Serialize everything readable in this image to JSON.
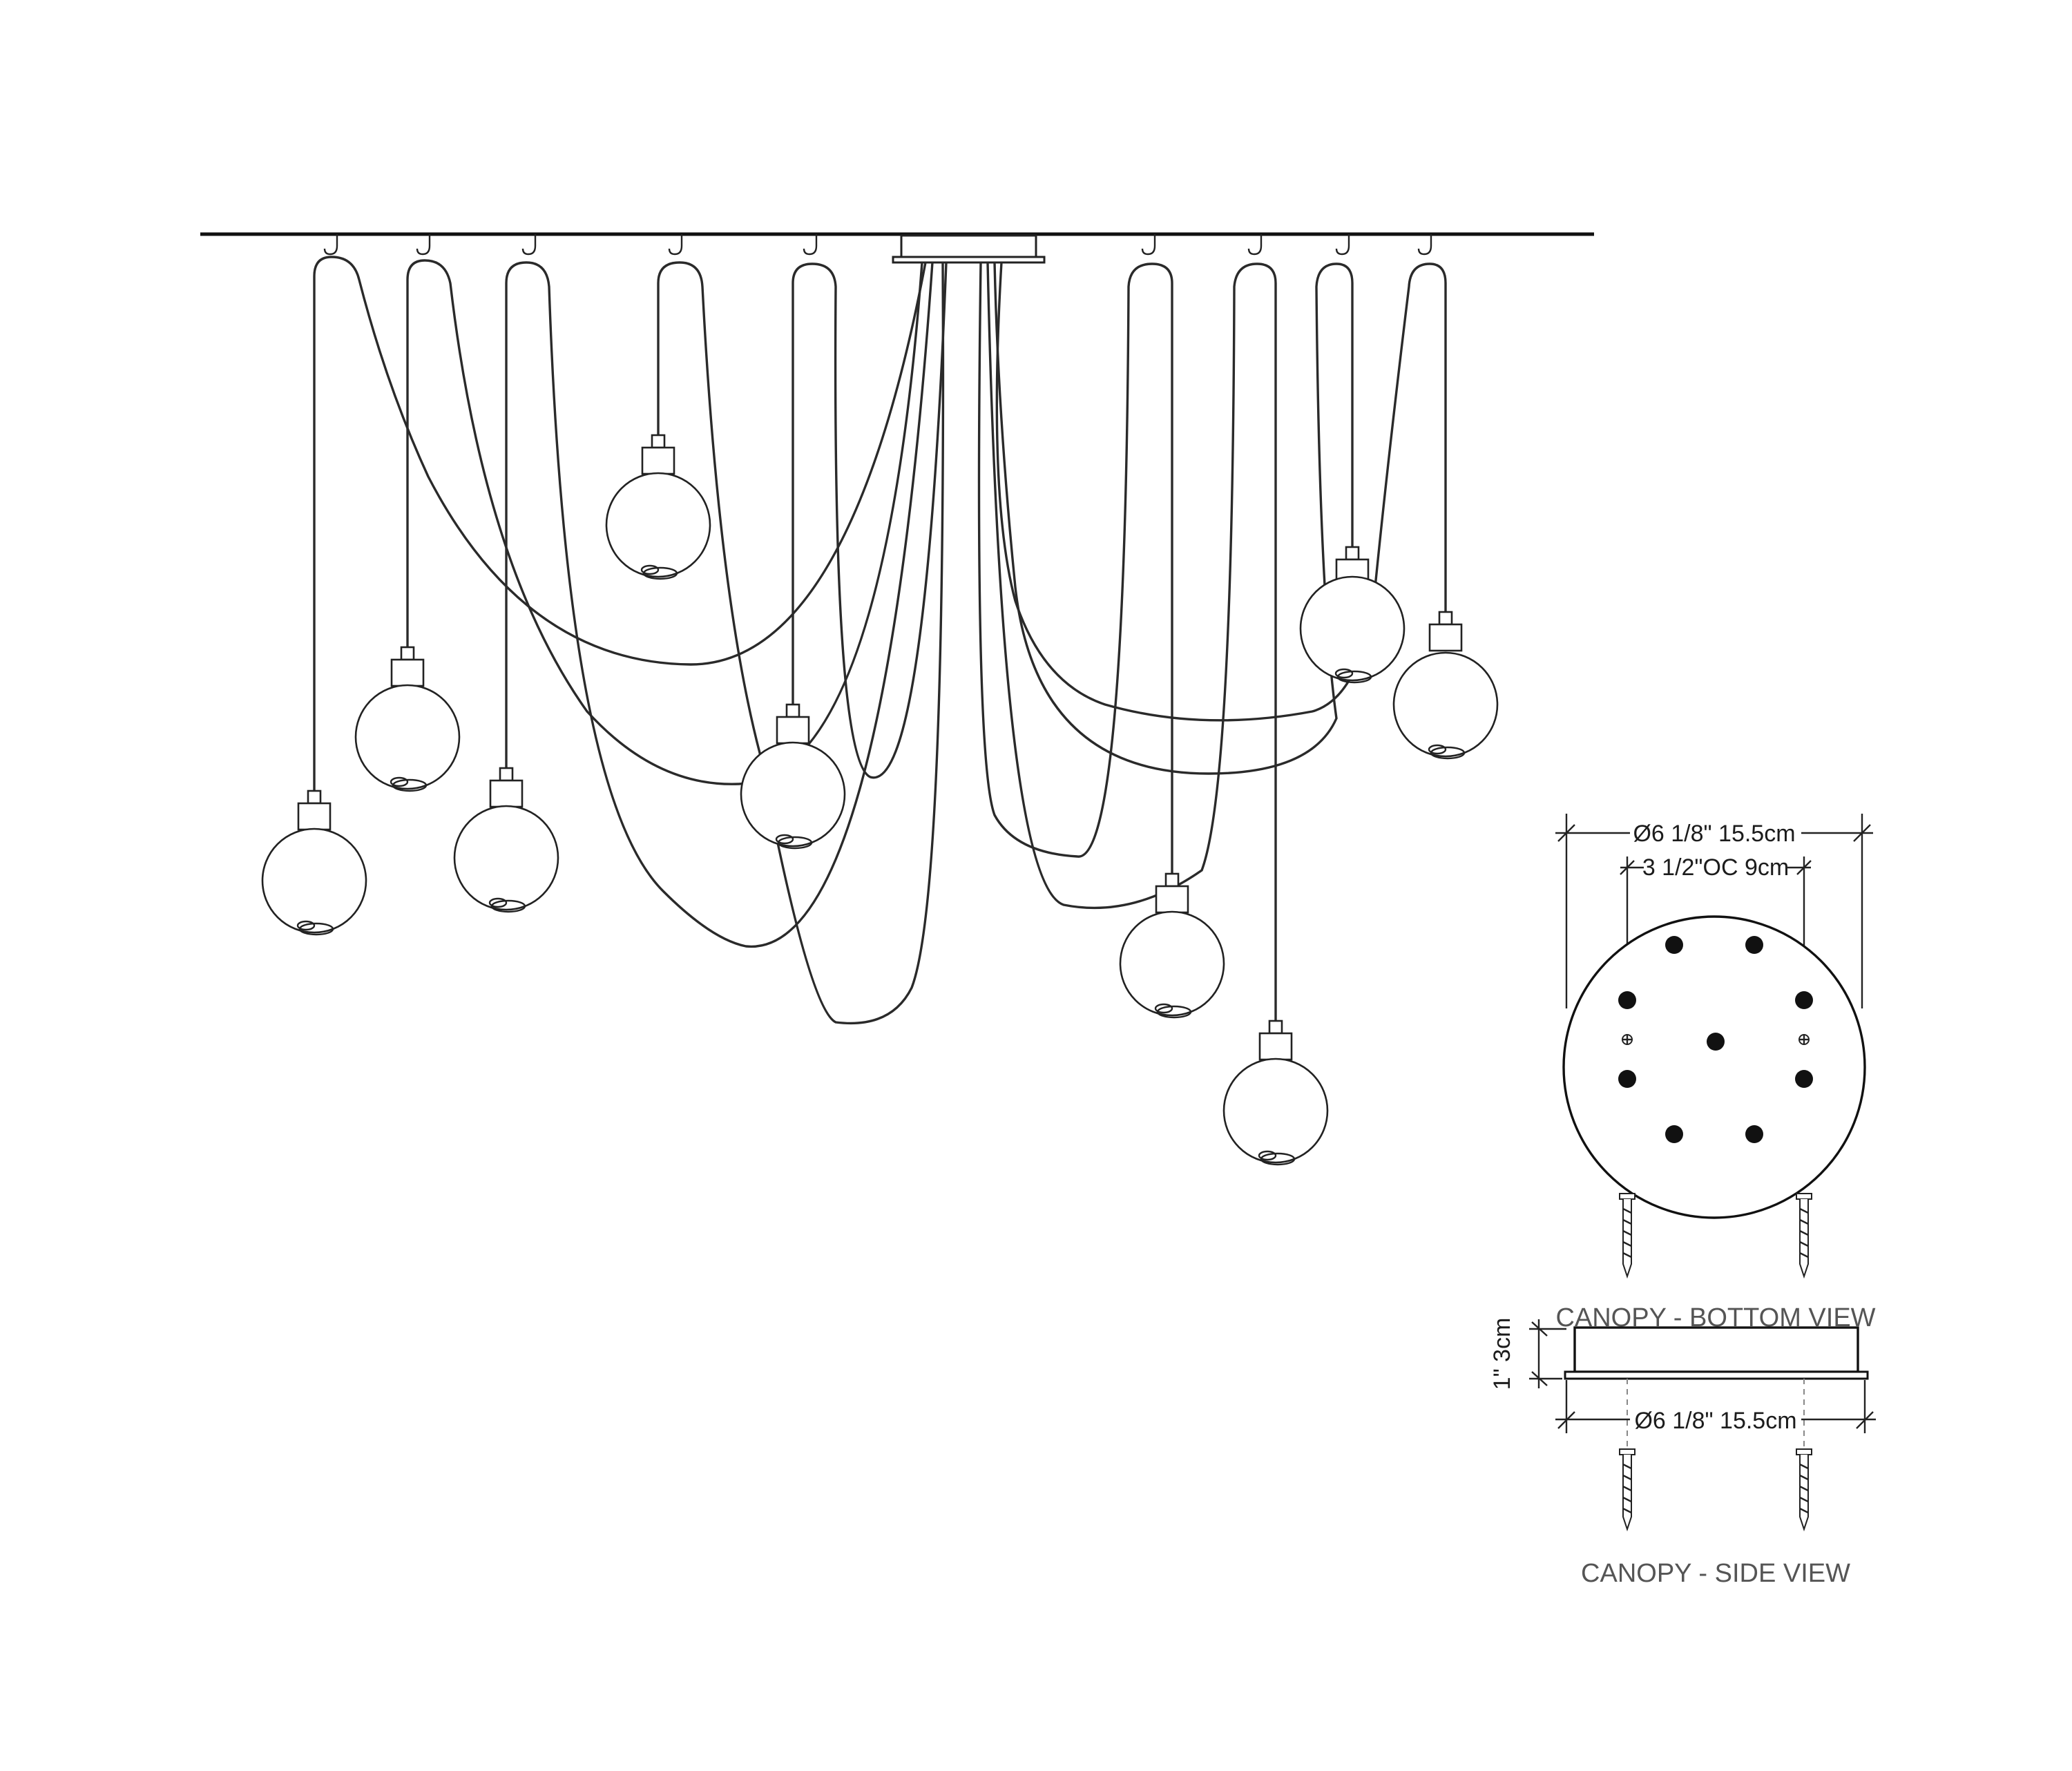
{
  "bottom_view": {
    "diameter_label": "Ø6 1/8\" 15.5cm",
    "oc_label": "3 1/2\"OC 9cm",
    "caption": "CANOPY - BOTTOM VIEW"
  },
  "side_view": {
    "height_label": "1\" 3cm",
    "diameter_label": "Ø6 1/8\" 15.5cm",
    "caption": "CANOPY - SIDE VIEW"
  },
  "pendant_count": 9,
  "colors": {
    "line": "#222222",
    "caption": "#555555",
    "dot": "#111111"
  }
}
